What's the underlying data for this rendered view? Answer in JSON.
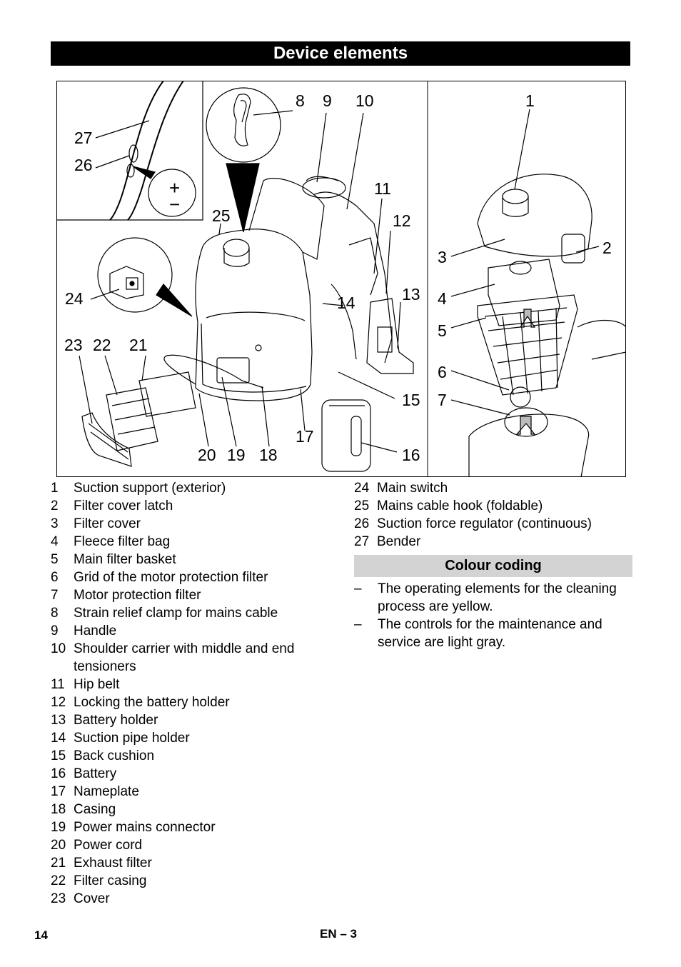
{
  "header": {
    "title": "Device elements"
  },
  "figure": {
    "callouts": {
      "c1": "1",
      "c2": "2",
      "c3": "3",
      "c4": "4",
      "c5": "5",
      "c6": "6",
      "c7": "7",
      "c8": "8",
      "c9": "9",
      "c10": "10",
      "c11": "11",
      "c12": "12",
      "c13": "13",
      "c14": "14",
      "c15": "15",
      "c16": "16",
      "c17": "17",
      "c18": "18",
      "c19": "19",
      "c20": "20",
      "c21": "21",
      "c22": "22",
      "c23": "23",
      "c24": "24",
      "c25": "25",
      "c26": "26",
      "c27": "27"
    },
    "regulator_symbols": {
      "plus": "+",
      "minus": "−"
    }
  },
  "legend": {
    "left": [
      {
        "num": "1",
        "label": "Suction support (exterior)"
      },
      {
        "num": "2",
        "label": "Filter cover latch"
      },
      {
        "num": "3",
        "label": "Filter cover"
      },
      {
        "num": "4",
        "label": "Fleece filter bag"
      },
      {
        "num": "5",
        "label": "Main filter basket"
      },
      {
        "num": "6",
        "label": "Grid of the motor protection filter"
      },
      {
        "num": "7",
        "label": "Motor protection filter"
      },
      {
        "num": "8",
        "label": "Strain relief clamp for mains cable"
      },
      {
        "num": "9",
        "label": "Handle"
      },
      {
        "num": "10",
        "label": "Shoulder carrier with middle and end tensioners"
      },
      {
        "num": "11",
        "label": "Hip belt"
      },
      {
        "num": "12",
        "label": "Locking the battery holder"
      },
      {
        "num": "13",
        "label": "Battery holder"
      },
      {
        "num": "14",
        "label": "Suction pipe holder"
      },
      {
        "num": "15",
        "label": "Back cushion"
      },
      {
        "num": "16",
        "label": "Battery"
      },
      {
        "num": "17",
        "label": "Nameplate"
      },
      {
        "num": "18",
        "label": "Casing"
      },
      {
        "num": "19",
        "label": "Power mains connector"
      },
      {
        "num": "20",
        "label": "Power cord"
      },
      {
        "num": "21",
        "label": "Exhaust filter"
      },
      {
        "num": "22",
        "label": "Filter casing"
      },
      {
        "num": "23",
        "label": "Cover"
      }
    ],
    "right": [
      {
        "num": "24",
        "label": "Main switch"
      },
      {
        "num": "25",
        "label": "Mains cable hook (foldable)"
      },
      {
        "num": "26",
        "label": "Suction force regulator (continuous)"
      },
      {
        "num": "27",
        "label": "Bender"
      }
    ]
  },
  "colour_coding": {
    "heading": "Colour coding",
    "bullets": [
      {
        "dash": "–",
        "text": "The operating elements for the cleaning process are yellow."
      },
      {
        "dash": "–",
        "text": "The controls for the maintenance and service are light gray."
      }
    ]
  },
  "footer": {
    "page_number": "14",
    "language_page": "EN – 3"
  }
}
